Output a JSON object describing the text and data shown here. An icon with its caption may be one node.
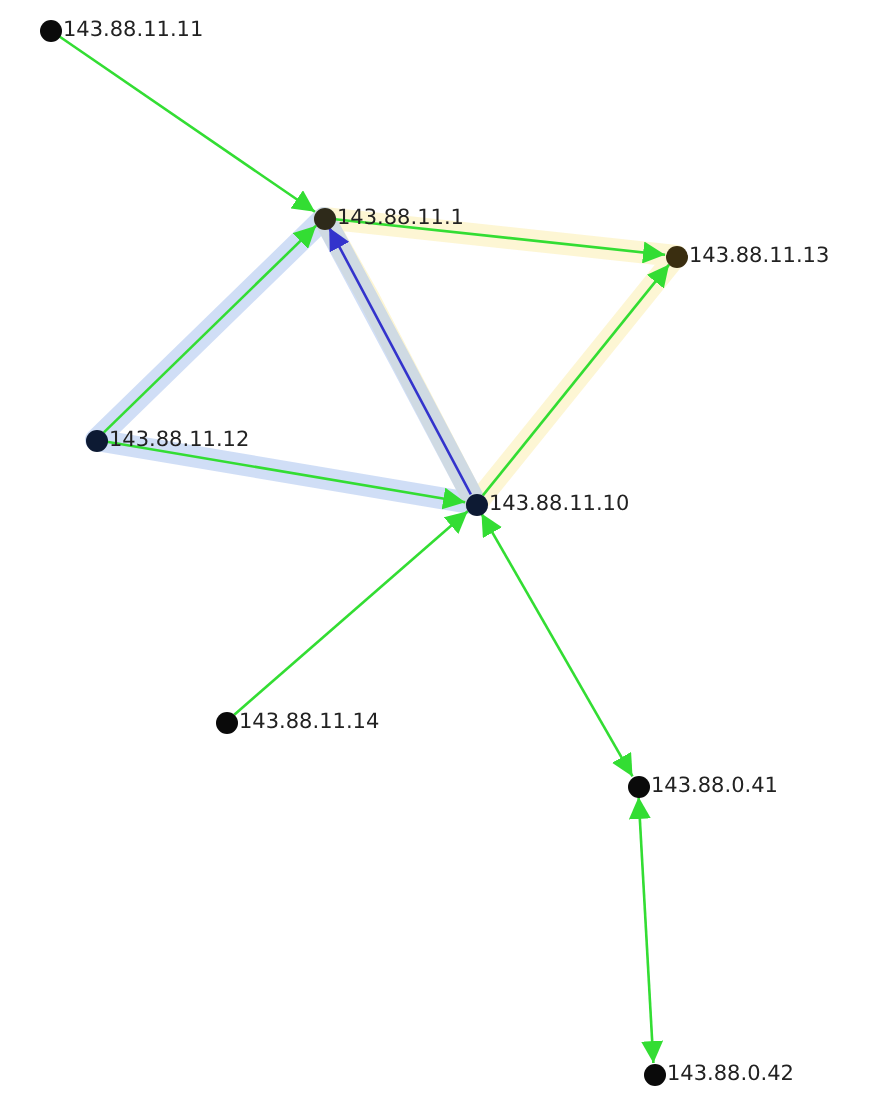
{
  "diagram": {
    "nodes": [
      {
        "text": [],
        "shape": "circle",
        "beside": [
          "143.88.11.11"
        ]
      },
      {
        "text": [],
        "shape": "circle",
        "beside": [
          "143.88.11.1"
        ]
      },
      {
        "text": [],
        "shape": "circle",
        "beside": [
          "143.88.11.13"
        ]
      },
      {
        "text": [],
        "shape": "circle",
        "beside": [
          "143.88.11.12"
        ]
      },
      {
        "text": [],
        "shape": "circle",
        "beside": [
          "143.88.11.10"
        ]
      },
      {
        "text": [],
        "shape": "circle",
        "beside": [
          "143.88.11.14"
        ]
      },
      {
        "text": [],
        "shape": "circle",
        "beside": [
          "143.88.0.41"
        ]
      },
      {
        "text": [],
        "shape": "circle",
        "beside": [
          "143.88.0.42"
        ]
      }
    ],
    "edges": [
      {
        "from": 0,
        "to": 1,
        "arrow": "to"
      },
      {
        "from": 1,
        "to": 2,
        "arrow": "to"
      },
      {
        "from": 3,
        "to": 1,
        "arrow": "to"
      },
      {
        "from": 3,
        "to": 4,
        "arrow": "to"
      },
      {
        "from": 4,
        "to": 1,
        "arrow": "to",
        "color": "#3333cc"
      },
      {
        "from": 4,
        "to": 2,
        "arrow": "to"
      },
      {
        "from": 5,
        "to": 4,
        "arrow": "to"
      },
      {
        "from": 4,
        "to": 6,
        "arrow": "both"
      },
      {
        "from": 6,
        "to": 7,
        "arrow": "both"
      }
    ]
  }
}
